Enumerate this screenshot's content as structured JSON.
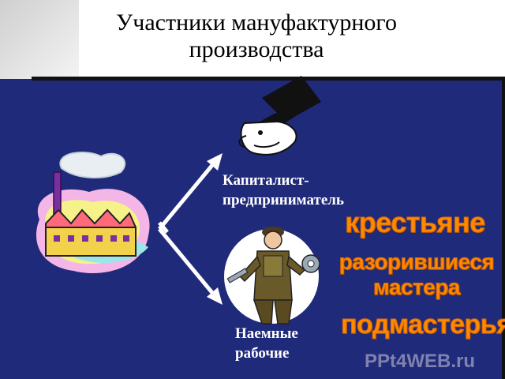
{
  "title": {
    "line1": "Участники мануфактурного",
    "line2": "производства"
  },
  "labels": {
    "capitalist_line1": "Капиталист-",
    "capitalist_line2": "предприниматель",
    "workers_line1": "Наемные",
    "workers_line2": "рабочие"
  },
  "groups": {
    "peasants": "крестьяне",
    "ruined_line1": "разорившиеся",
    "ruined_line2": "мастера",
    "apprentices": "подмастерья"
  },
  "watermark": "PPt4WEB.ru",
  "colors": {
    "slide_background": "#202a7a",
    "group_text": "#ff8a00",
    "label_text": "#ffffff"
  },
  "icons": [
    "factory-illustration",
    "capitalist-top-hat-illustration",
    "worker-with-wrenches-illustration",
    "branching-arrow"
  ]
}
